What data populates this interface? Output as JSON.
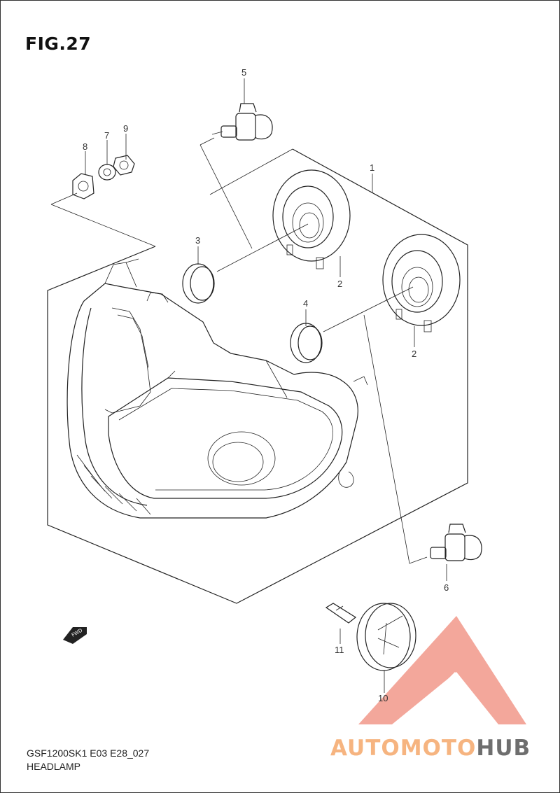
{
  "figure": {
    "title": "FIG.27",
    "model_code": "GSF1200SK1  E03  E28_027",
    "section_name": "HEADLAMP",
    "fwd_label": "FWD"
  },
  "callouts": [
    {
      "id": "1",
      "label": "1"
    },
    {
      "id": "2a",
      "label": "2"
    },
    {
      "id": "2b",
      "label": "2"
    },
    {
      "id": "3",
      "label": "3"
    },
    {
      "id": "4",
      "label": "4"
    },
    {
      "id": "5",
      "label": "5"
    },
    {
      "id": "6",
      "label": "6"
    },
    {
      "id": "7",
      "label": "7"
    },
    {
      "id": "8",
      "label": "8"
    },
    {
      "id": "9",
      "label": "9"
    },
    {
      "id": "10",
      "label": "10"
    },
    {
      "id": "11",
      "label": "11"
    }
  ],
  "watermark": {
    "part1": "AUTOMOTO",
    "part2": "HUB",
    "color_primary": "#f08a7a",
    "color_secondary": "#f5b16a",
    "color_dark": "#555555"
  },
  "colors": {
    "line": "#222222",
    "border": "#333333",
    "background": "#ffffff"
  }
}
